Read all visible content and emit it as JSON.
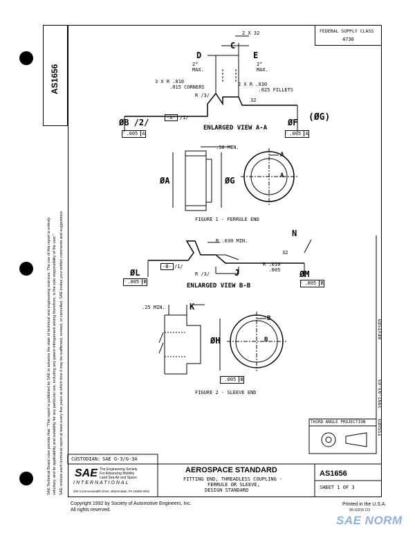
{
  "punches": [
    "hole-1",
    "hole-2",
    "hole-3"
  ],
  "left_margin": {
    "doc_number": "AS1656",
    "sae_note_1": "SAE Technical Board rules provide that: \"This report is published by SAE to advance the state of technical and engineering sciences. The use of this report is entirely",
    "sae_note_2": "voluntary, and its applicability and suitability for any particular use, including any patent infringement arising therefrom, is the sole responsibility of the user.\"",
    "sae_note_3": "SAE reviews each technical report at least every five years at which time it may be reaffirmed, revised, or cancelled. SAE invites your written comments and suggestions."
  },
  "federal_supply": {
    "label": "FEDERAL SUPPLY CLASS",
    "value": "4730"
  },
  "view_aa": {
    "title": "ENLARGED VIEW A-A",
    "dim_c": "C",
    "dim_d": "D",
    "dim_e": "E",
    "chamfer": "2 X 32",
    "max_left": "2°\nMAX.",
    "max_right": "2°\nMAX.",
    "corners": "3 X R .010\n     .015 CORNERS",
    "fillets": "2 X R .030\n       .025 FILLETS",
    "radius": "R /3/",
    "finish": "32",
    "datum_a": "-A-",
    "datum_a_note": "/1/",
    "dim_b": "ØB /2/",
    "dim_f": "ØF",
    "dim_g": "(ØG)",
    "tol_b": ".005",
    "tol_b_ref": "A",
    "tol_f": ".005",
    "tol_f_ref": "A"
  },
  "figure1": {
    "title": "FIGURE 1 - FERRULE END",
    "min": ".50 MIN.",
    "dim_a": "ØA",
    "dim_g": "ØG",
    "section": "A"
  },
  "view_bb": {
    "title": "ENLARGED VIEW B-B",
    "r_min": "R .030 MIN.",
    "dim_n": "N",
    "dim_j": "J",
    "finish": "32",
    "r_tol": "R .010\n  .005",
    "radius": "R /3/",
    "datum_b": "-B-",
    "datum_b_note": "/1/",
    "dim_l": "ØL",
    "dim_m": "ØM",
    "tol_l": ".005",
    "tol_l_ref": "B",
    "tol_m": ".005",
    "tol_m_ref": "B"
  },
  "figure2": {
    "title": "FIGURE 2 - SLEEVE END",
    "min": ".25 MIN.",
    "dim_k": "K",
    "dim_h": "ØH",
    "section": "B",
    "tol": ".005",
    "tol_ref": "B"
  },
  "right_strip": {
    "revised": "REVISED",
    "issued": "ISSUED",
    "issued_date": "1992-03-03"
  },
  "third_angle": {
    "label": "THIRD ANGLE PROJECTION"
  },
  "custodian": {
    "label": "CUSTODIAN:",
    "value": "SAE G-3/G-3A"
  },
  "title_block": {
    "sae_logo": "SAE",
    "sae_tag1": "The Engineering Society",
    "sae_tag2": "For Advancing Mobility",
    "sae_tag3": "Land Sea Air and Space",
    "sae_tag4": "INTERNATIONAL",
    "sae_address": "400 Commonwealth Drive, Warrendale, PA 15096-0001",
    "heading": "AEROSPACE STANDARD",
    "subtitle1": "FITTING END, THREADLESS COUPLING -",
    "subtitle2": "FERRULE OR SLEEVE,",
    "subtitle3": "DESIGN STANDARD",
    "doc_number": "AS1656",
    "sheet": "SHEET 1 OF 3"
  },
  "footer": {
    "copyright": "Copyright 1992 by Society of Automotive Engineers, Inc.",
    "rights": "All rights reserved.",
    "printed": "Printed in the U.S.A.",
    "code": "90-10315 CO",
    "watermark": "SAE NORM"
  }
}
